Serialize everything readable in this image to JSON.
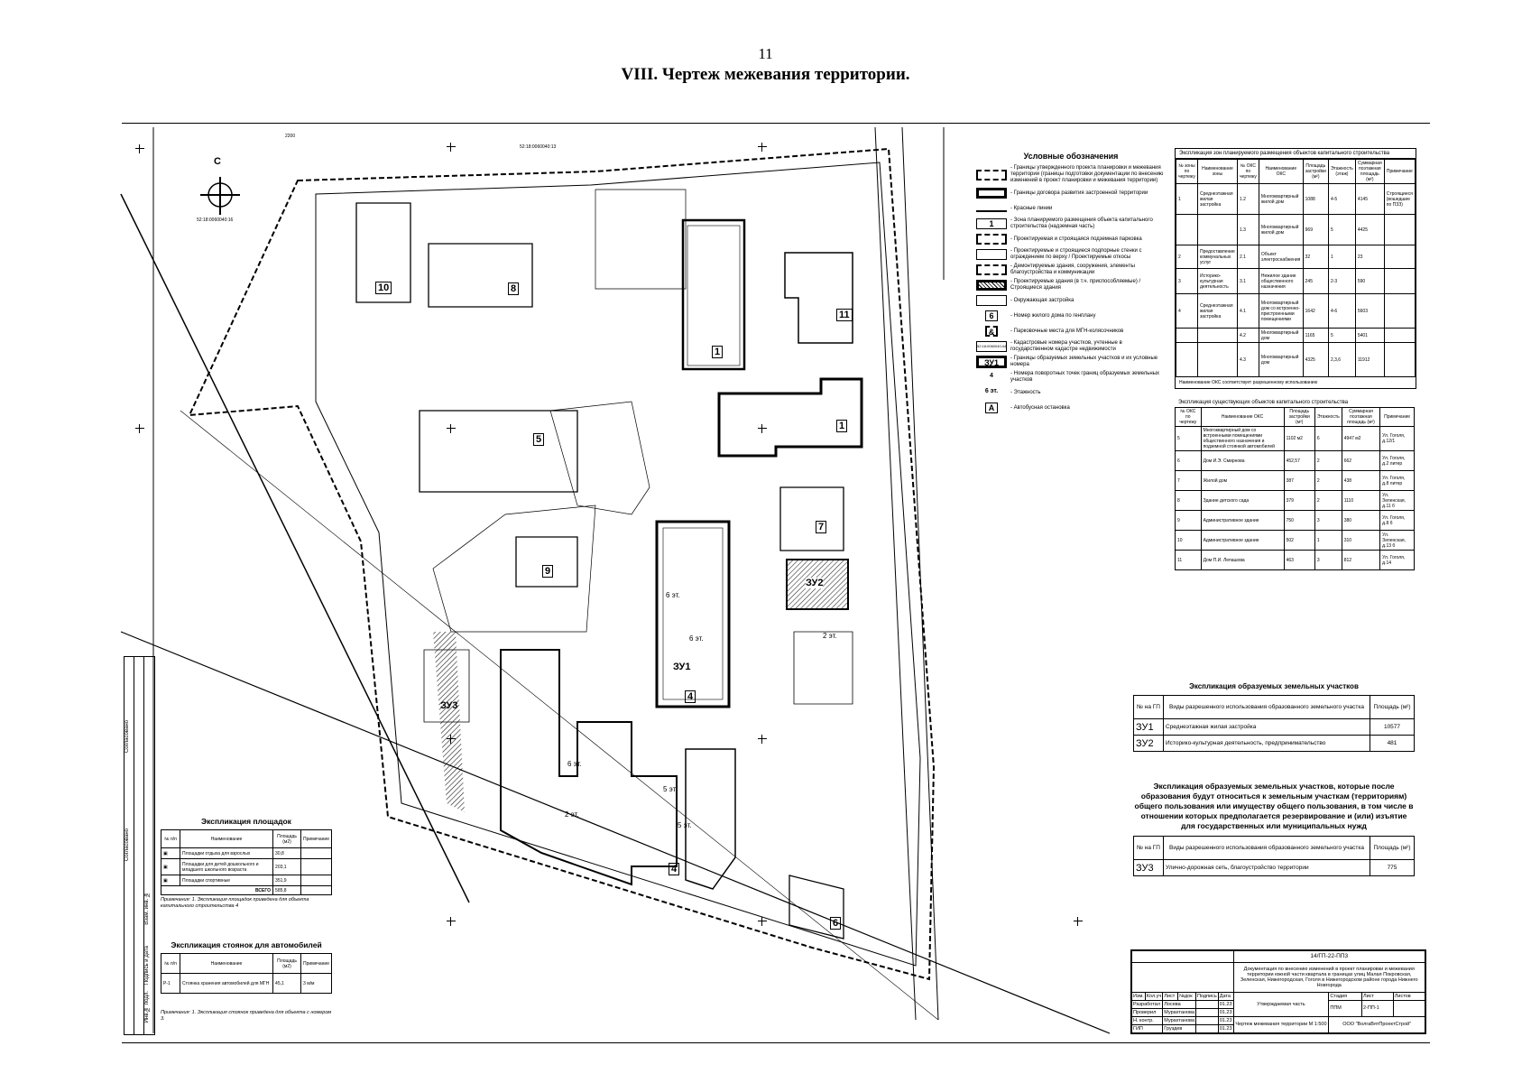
{
  "page_number": "11",
  "page_title": "VIII. Чертеж межевания территории.",
  "north_letter": "С",
  "legend": {
    "title": "Условные обозначения",
    "items": [
      "- Границы утвержденного проекта планировки и межевания территории (границы подготовки документации по внесению изменений в проект планировки и межевания территории)",
      "- Границы договора развития застроенной территории",
      "- Красные линии",
      "- Зона планируемого размещения объекта капитального строительства (надземная часть)",
      "- Проектируемая и строящаяся подземная парковка",
      "- Проектируемые и строящиеся подпорные стенки с ограждением по верху / Проектируемые откосы",
      "- Демонтируемые здания, сооружения, элементы благоустройства и коммуникации",
      "- Проектируемые здания (в т.ч. приспособляемые) / Строящиеся здания",
      "- Окружающая застройка",
      "- Номер жилого дома по генплану",
      "- Парковочные места для МГН-колясочников",
      "- Кадастровые номера участков, учтенные в государственном кадастре недвижимости",
      "- Границы образуемых земельных участков и их условные номера",
      "- Номера поворотных точек границ образуемых земельных участков",
      "- Этажность",
      "- Автобусная остановка"
    ],
    "symbols": [
      "",
      "",
      "",
      "1",
      "",
      "",
      "",
      "",
      "",
      "6",
      "&",
      "52:18:0060040:44",
      "ЗУ1",
      "4",
      "6 эт.",
      "А"
    ]
  },
  "zone_table": {
    "title": "Экспликация зон планируемого размещения объектов капитального строительства",
    "headers": [
      "№ зоны по чертежу",
      "Наименование зоны",
      "№ ОКС по чертежу",
      "Наименование ОКС",
      "Площадь застройки (м²)",
      "Этажность (этаж)",
      "Суммарная поэтажная площадь (м²)",
      "Примечание"
    ],
    "rows": [
      [
        "1",
        "Среднеэтажная жилая застройка",
        "1.2",
        "Многоквартирный жилой дом",
        "1088",
        "4-5",
        "4145",
        "Строящиеся (вошедшие по ПЗЗ)"
      ],
      [
        "",
        "",
        "1.3",
        "Многоквартирный жилой дом",
        "969",
        "5",
        "4425",
        ""
      ],
      [
        "2",
        "Предоставление коммунальных услуг",
        "2.1",
        "Объект электроснабжения",
        "32",
        "1",
        "23",
        ""
      ],
      [
        "3",
        "Историко-культурная деятельность",
        "3.1",
        "Нежилое здание общественного назначения",
        "245",
        "2-3",
        "590",
        ""
      ],
      [
        "4",
        "Среднеэтажная жилая застройка",
        "4.1",
        "Многоквартирный дом со встроенно-пристроенными помещениями",
        "1642",
        "4-6",
        "5603",
        ""
      ],
      [
        "",
        "",
        "4.2",
        "Многоквартирный дом",
        "1165",
        "5",
        "5401",
        ""
      ],
      [
        "",
        "",
        "4.3",
        "Многоквартирный дом",
        "4325",
        "2,3,6",
        "11912",
        ""
      ]
    ],
    "footnote": "Наименование ОКС соответствует разрешенному использованию"
  },
  "exist_table": {
    "title": "Экспликация существующих объектов капитального строительства",
    "headers": [
      "№ ОКС по чертежу",
      "Наименование ОКС",
      "Площадь застройки (м²)",
      "Этажность",
      "Суммарная поэтажная площадь (м²)",
      "Примечание"
    ],
    "rows": [
      [
        "5",
        "Многоквартирный дом со встроенными помещениями общественного назначения и подземной стоянкой автомобилей",
        "1102 м2",
        "6",
        "4947 м2",
        "Ул. Гоголя, д.12/1"
      ],
      [
        "6",
        "Дом И.Э. Смирнова",
        "452,57",
        "2",
        "662",
        "Ул. Гоголя, д.2 литер"
      ],
      [
        "7",
        "Жилой дом",
        "387",
        "2",
        "438",
        "Ул. Гоголя, д.8 литер"
      ],
      [
        "8",
        "Здание детского сада",
        "379",
        "2",
        "1110",
        "Ул. Зеленская, д.11 б"
      ],
      [
        "9",
        "Административное здание",
        "750",
        "3",
        "380",
        "Ул. Гоголя, д.8 б"
      ],
      [
        "10",
        "Административное здание",
        "502",
        "1",
        "310",
        "Ул. Зеленская, д.13 б"
      ],
      [
        "11",
        "Дом П.И. Лепашова",
        "463",
        "3",
        "812",
        "Ул. Гоголя, д.14"
      ]
    ]
  },
  "zu_table": {
    "title": "Экспликация образуемых земельных участков",
    "headers": [
      "№ на ГП",
      "Виды разрешенного использования образованного земельного участка",
      "Площадь (м²)"
    ],
    "rows": [
      [
        "ЗУ1",
        "Среднеэтажная жилая застройка",
        "10577"
      ],
      [
        "ЗУ2",
        "Историко-культурная деятельность, предпринимательство",
        "481"
      ]
    ]
  },
  "zu3_table": {
    "title": "Экспликация образуемых земельных участков, которые после образования будут относиться к земельным участкам (территориям) общего пользования или имуществу общего пользования, в том числе в отношении которых предполагается резервирование и (или) изъятие для государственных или муниципальных нужд",
    "headers": [
      "№ на ГП",
      "Виды разрешенного использования образованного земельного участка",
      "Площадь (м²)"
    ],
    "rows": [
      [
        "ЗУ3",
        "Улично-дорожная сеть, благоустройство территории",
        "775"
      ]
    ]
  },
  "sites_table": {
    "title": "Экспликация площадок",
    "headers": [
      "№ п/п",
      "Наименование",
      "Площадь (м2)",
      "Примечание"
    ],
    "rows": [
      [
        "",
        "Площадки отдыха для взрослых",
        "30,8",
        ""
      ],
      [
        "",
        "Площадки для детей дошкольного и младшего школьного возраста",
        "203,1",
        ""
      ],
      [
        "",
        "Площадки спортивные",
        "351,9",
        ""
      ]
    ],
    "total_label": "ВСЕГО",
    "total_value": "585,8",
    "note": "Примечания: 1. Экспликация площадок приведена для объекта капитального строительства 4"
  },
  "parking_table": {
    "title": "Экспликация стоянок для автомобилей",
    "headers": [
      "№ п/п",
      "Наименование",
      "Площадь (м2)",
      "Примечание"
    ],
    "rows": [
      [
        "Р-1",
        "Стоянка хранения автомобилей для МГН",
        "45,1",
        "3 м/м"
      ]
    ],
    "note": "Примечания: 1. Экспликация стоянок приведена для объекта с номером 3."
  },
  "stamp": {
    "code": "14/ГП-22-ПП3",
    "doc_title": "Документация по внесению изменений в проект планировки и межевания территории южной части квартала в границах улиц Малая Покровская, Зеленская, Нижегородская, Гоголя в Нижегородском районе города Нижнего Новгорода",
    "cols": [
      "Изм.",
      "Кол.уч",
      "Лист",
      "№док",
      "Подпись",
      "Дата"
    ],
    "people": [
      [
        "Разработал",
        "Лосева",
        "01.23"
      ],
      [
        "Проверил",
        "Мурахтанова",
        "01.23"
      ],
      [
        "Н. контр.",
        "Мурахтанова",
        "01.23"
      ],
      [
        "ГИП",
        "Груздев",
        "01.23"
      ]
    ],
    "part": "Утверждаемая часть",
    "stage_hdr": [
      "Стадия",
      "Лист",
      "Листов"
    ],
    "stage_vals": [
      "ППМ",
      "2-ПП-1",
      ""
    ],
    "sheet_title": "Чертеж межевания территории М 1:500",
    "org": "ООО \"ВолгаВятПроектСтрой\""
  },
  "side_labels": [
    "Согласовано",
    "Согласовано",
    "Взам. инв. №",
    "Подпись и дата",
    "Инв.№ подл."
  ],
  "map_labels": {
    "buildings": [
      "10",
      "8",
      "5",
      "1",
      "1",
      "11",
      "7",
      "9",
      "4",
      "4",
      "6"
    ],
    "zu_labels": [
      "ЗУ1",
      "ЗУ2",
      "ЗУ3"
    ],
    "floor_labels": [
      "6 эт.",
      "6 эт.",
      "2 эт.",
      "5 эт.",
      "6 эт.",
      "5 эт.",
      "2 эт."
    ],
    "coords": [
      "52:18:0060040:13",
      "52:18:0060040:16",
      "2200"
    ]
  }
}
